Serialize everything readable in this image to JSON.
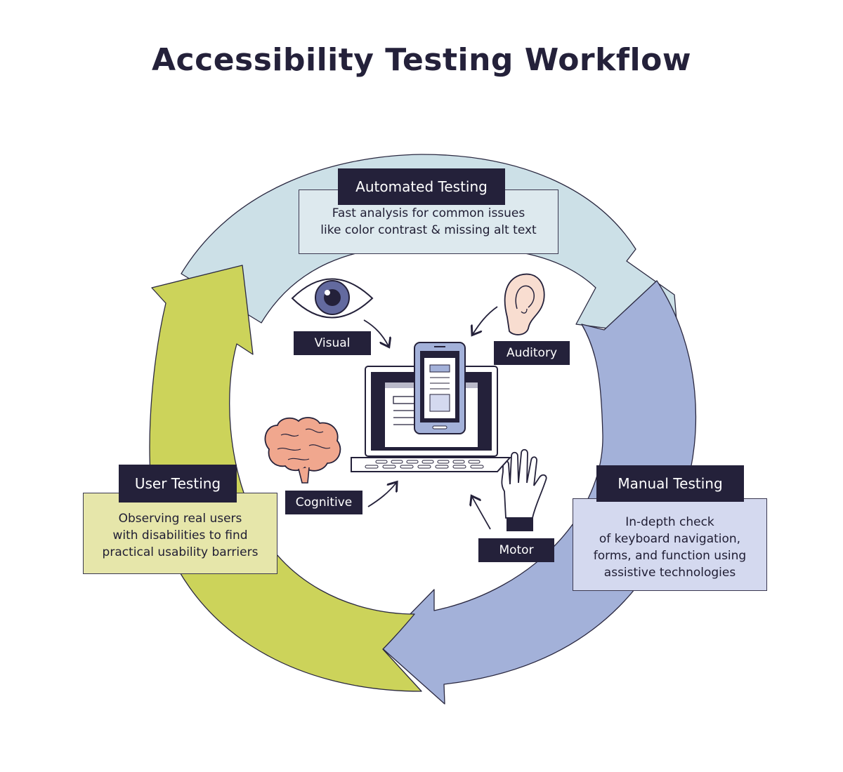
{
  "title": "Accessibility Testing Workflow",
  "stages": {
    "automated": {
      "label": "Automated Testing",
      "description": [
        "Fast analysis for common issues",
        "like color contrast & missing alt text"
      ]
    },
    "manual": {
      "label": "Manual Testing",
      "description": [
        "In-depth check",
        "of keyboard navigation,",
        "forms, and function using",
        "assistive technologies"
      ]
    },
    "user": {
      "label": "User Testing",
      "description": [
        "Observing real users",
        "with disabilities to find",
        "practical usability barriers"
      ]
    }
  },
  "categories": {
    "visual": "Visual",
    "auditory": "Auditory",
    "cognitive": "Cognitive",
    "motor": "Motor"
  },
  "icons": {
    "visual": "eye-icon",
    "auditory": "ear-icon",
    "cognitive": "brain-icon",
    "motor": "hand-icon",
    "center": "laptop-and-phone-icon"
  },
  "colors": {
    "automated_arrow": "#cce0e7",
    "manual_arrow": "#a3b1d9",
    "user_arrow": "#ccd35a",
    "automated_box": "#dde9ee",
    "manual_box": "#d4d9ef",
    "user_box": "#e6e6aa",
    "label_bg": "#24213a",
    "brain": "#f0a78e",
    "ear": "#f8ddd0"
  }
}
